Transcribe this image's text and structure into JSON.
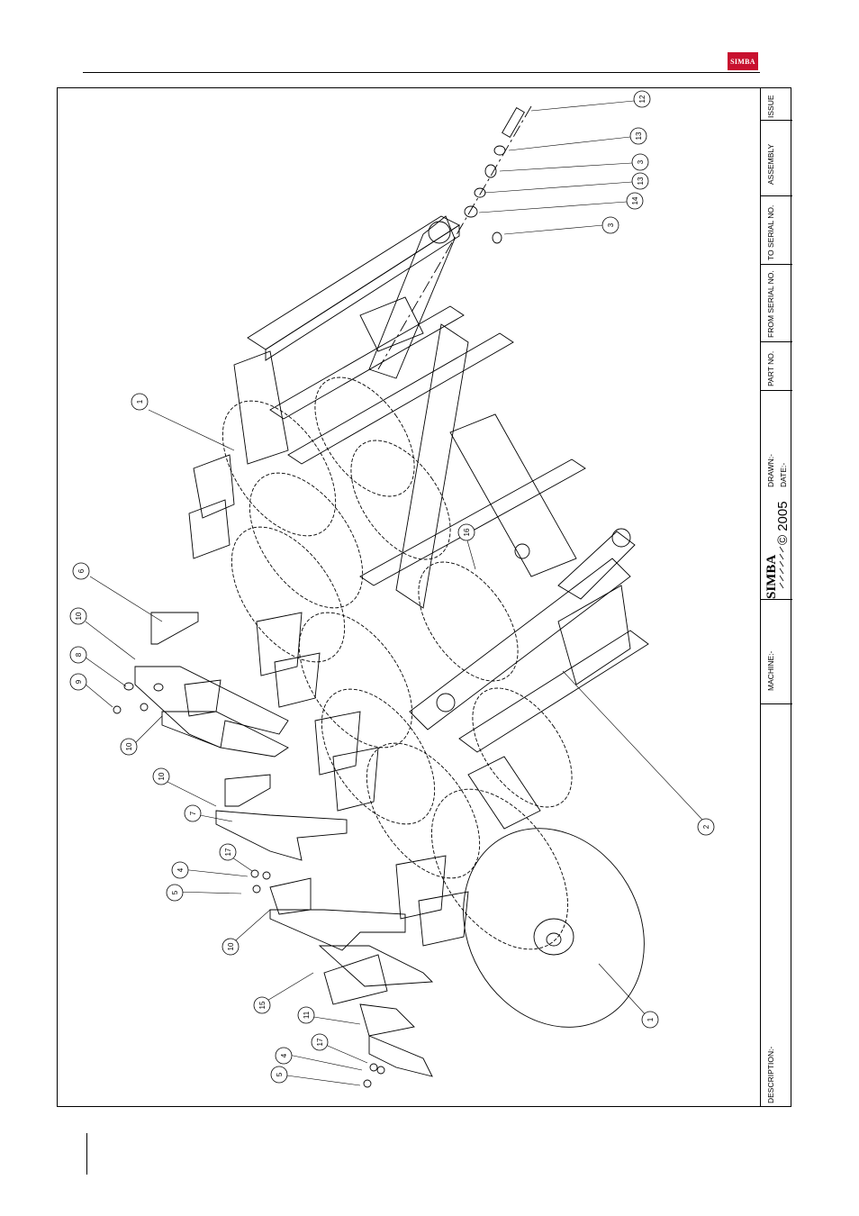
{
  "header": {
    "logo_text": "SIMBA"
  },
  "title_block": {
    "issue_label": "ISSUE",
    "assembly_label": "ASSEMBLY",
    "to_serial_label": "TO SERIAL NO.",
    "from_serial_label": "FROM SERIAL NO.",
    "part_no_label": "PART NO.",
    "drawn_label": "DRAWN:-",
    "date_label": "DATE:-",
    "copyright": "© 2005",
    "brand": "SIMBA",
    "machine_label": "MACHINE:-",
    "description_label": "DESCRIPTION:-"
  },
  "callouts": [
    {
      "id": "c12",
      "label": "12"
    },
    {
      "id": "c13a",
      "label": "13"
    },
    {
      "id": "c3a",
      "label": "3"
    },
    {
      "id": "c13b",
      "label": "13"
    },
    {
      "id": "c14",
      "label": "14"
    },
    {
      "id": "c3b",
      "label": "3"
    },
    {
      "id": "c1a",
      "label": "1"
    },
    {
      "id": "c16",
      "label": "16"
    },
    {
      "id": "c6",
      "label": "6"
    },
    {
      "id": "c10a",
      "label": "10"
    },
    {
      "id": "c8",
      "label": "8"
    },
    {
      "id": "c9",
      "label": "9"
    },
    {
      "id": "c10b",
      "label": "10"
    },
    {
      "id": "c10c",
      "label": "10"
    },
    {
      "id": "c7",
      "label": "7"
    },
    {
      "id": "c2",
      "label": "2"
    },
    {
      "id": "c17a",
      "label": "17"
    },
    {
      "id": "c4a",
      "label": "4"
    },
    {
      "id": "c5a",
      "label": "5"
    },
    {
      "id": "c10d",
      "label": "10"
    },
    {
      "id": "c15",
      "label": "15"
    },
    {
      "id": "c11",
      "label": "11"
    },
    {
      "id": "c1b",
      "label": "1"
    },
    {
      "id": "c17b",
      "label": "17"
    },
    {
      "id": "c4b",
      "label": "4"
    },
    {
      "id": "c5b",
      "label": "5"
    }
  ]
}
